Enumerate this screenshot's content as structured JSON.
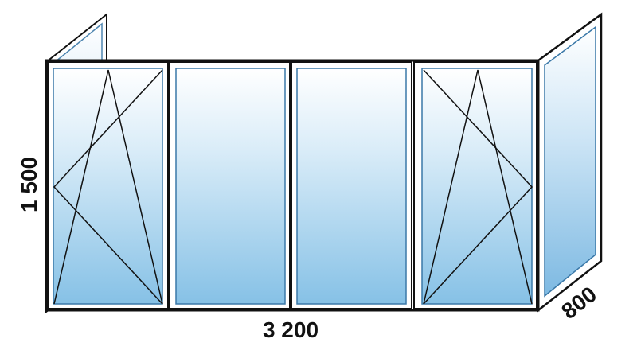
{
  "dimensions": {
    "height_label": "1 500",
    "width_label": "3 200",
    "depth_label": "800"
  },
  "window": {
    "front_sashes": [
      {
        "type": "tilt-and-turn"
      },
      {
        "type": "fixed"
      },
      {
        "type": "fixed"
      },
      {
        "type": "tilt-and-turn"
      }
    ],
    "side_panels": [
      {
        "side": "left",
        "type": "fixed"
      },
      {
        "side": "right",
        "type": "fixed"
      }
    ]
  },
  "colors": {
    "frame": "#111111",
    "glass_top": "#ffffff",
    "glass_bottom": "#86c1e6",
    "glass_edge": "#3a78a8"
  }
}
